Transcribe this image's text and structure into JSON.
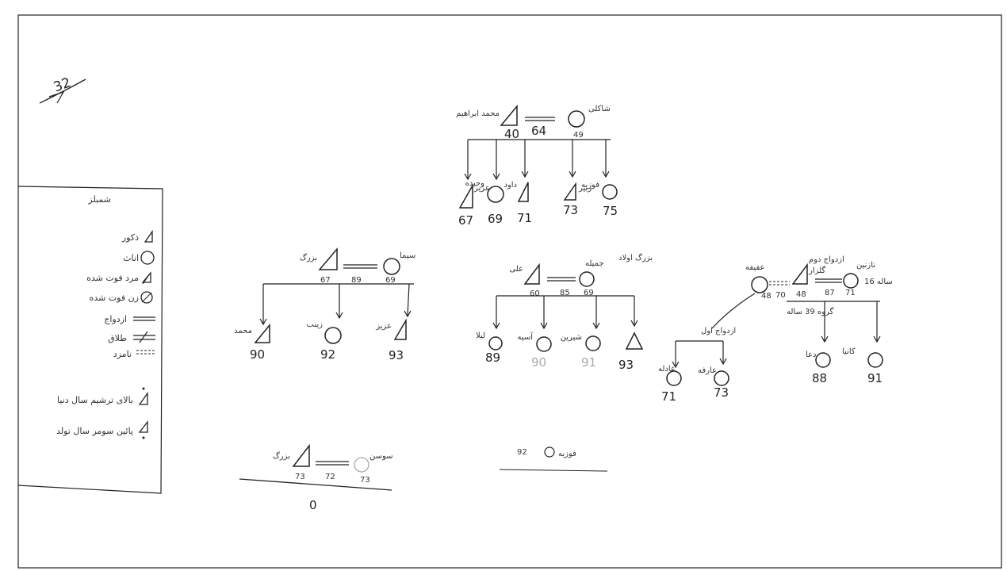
{
  "page": {
    "corner_mark": "32"
  },
  "legend": {
    "title": "شمبلز",
    "items": [
      {
        "label": "ذکور",
        "symbol": "triangle"
      },
      {
        "label": "اناث",
        "symbol": "circle"
      },
      {
        "label": "مرد فوت شده",
        "symbol": "triangle-dead"
      },
      {
        "label": "زن فوت شده",
        "symbol": "circle-dead"
      },
      {
        "label": "ازدواج",
        "symbol": "double-line"
      },
      {
        "label": "طلاق",
        "symbol": "not-equal"
      },
      {
        "label": "نامزد",
        "symbol": "dashed-line"
      },
      {
        "label": "بالای ترشیم سال دنیا",
        "symbol": "triangle-top"
      },
      {
        "label": "پائین سومر سال تولد",
        "symbol": "triangle-bottom"
      }
    ]
  },
  "family1": {
    "father_name": "محمد ابراهیم",
    "father_year": "40",
    "marriage_year": "64",
    "mother_name": "شاکلی",
    "mother_year": "49",
    "children": [
      {
        "name": "عزیز",
        "year": "67"
      },
      {
        "name": "وحیده",
        "year": "69"
      },
      {
        "name": "داود",
        "year": "71"
      },
      {
        "name": "زبیر",
        "year": "73"
      },
      {
        "name": "فوزیه",
        "year": "75"
      }
    ]
  },
  "family2": {
    "father_name": "بزرگ",
    "father_year": "67",
    "marriage_year": "89",
    "mother_name": "سیما",
    "mother_year": "69",
    "children": [
      {
        "name": "محمد",
        "year": "90"
      },
      {
        "name": "زینب",
        "year": "92"
      },
      {
        "name": "عزیز",
        "year": "93"
      }
    ]
  },
  "family3": {
    "father_name": "علی",
    "father_year": "60",
    "marriage_year": "85",
    "mother_name": "جمیله",
    "mother_year": "69",
    "mother_note": "بزرگ اولاد",
    "children": [
      {
        "name": "لیلا",
        "year": "89"
      },
      {
        "name": "آسیه",
        "year": "90"
      },
      {
        "name": "شیرین",
        "year": "91"
      },
      {
        "name": "",
        "year": "93"
      }
    ]
  },
  "family4": {
    "first_wife_name": "عفیفه",
    "first_wife_year": "48",
    "first_marriage_year": "70",
    "father_name": "گلزار",
    "father_year": "48",
    "marriage_year": "87",
    "second_wife_name": "نازنین",
    "second_wife_year": "71",
    "second_wife_age": "16 ساله",
    "second_wife_note": "ازدواج دوم",
    "branch_note_left": "ازدواج اول",
    "branch_note_right": "گروه 39 ساله",
    "children_left": [
      {
        "name": "عادله",
        "year": "71"
      },
      {
        "name": "عارفه",
        "year": "73"
      }
    ],
    "children_right": [
      {
        "name": "دعا",
        "year": "88"
      },
      {
        "name": "کانیا",
        "year": "91"
      }
    ]
  },
  "family5": {
    "father_name": "بزرگ",
    "father_year": "73",
    "marriage_year": "72",
    "mother_name": "سوسن",
    "mother_year": "73",
    "children_count": "0"
  },
  "note": {
    "label": "فوزیه",
    "year": "92"
  }
}
